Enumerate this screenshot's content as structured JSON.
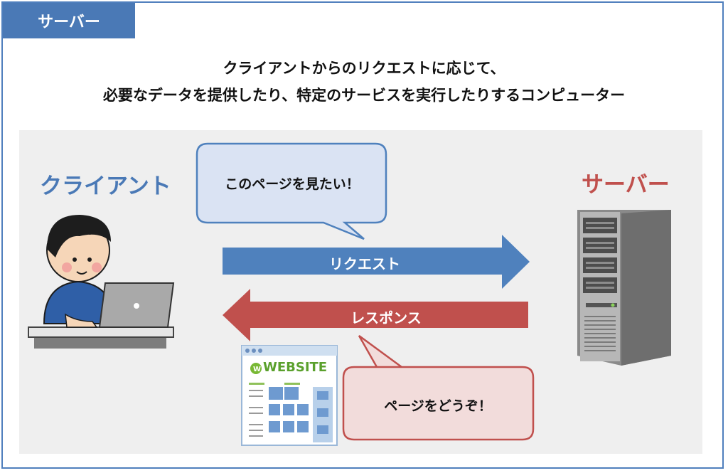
{
  "tag": {
    "label": "サーバー"
  },
  "headline": {
    "line1": "クライアントからのリクエストに応じて、",
    "line2": "必要なデータを提供したり、特定のサービスを実行したりするコンピューター"
  },
  "client": {
    "label": "クライアント",
    "color": "#4a79b6"
  },
  "server": {
    "label": "サーバー",
    "color": "#c0504d"
  },
  "request": {
    "label": "リクエスト",
    "bubble": "このページを見たい！",
    "color": "#4f81bd"
  },
  "response": {
    "label": "レスポンス",
    "bubble": "ページをどうぞ！",
    "color": "#c0504d"
  },
  "website": {
    "logo": "WEBSITE"
  }
}
